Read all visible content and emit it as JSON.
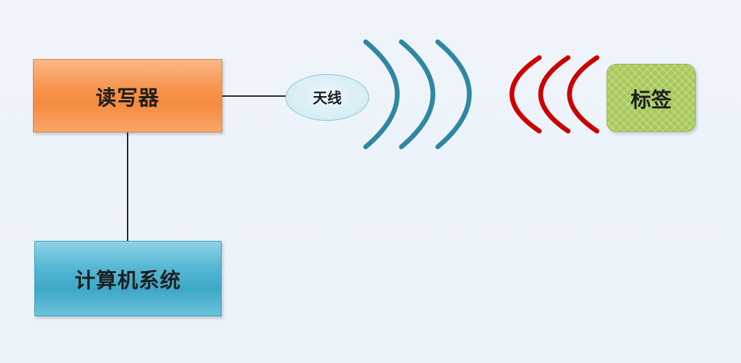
{
  "nodes": {
    "reader": "读写器",
    "computer": "计算机系统",
    "antenna": "天线",
    "tag": "标签"
  },
  "colors": {
    "reader": "#f58a3e",
    "computer": "#3ea8c7",
    "antenna": "#d9eef5",
    "tag": "#a7c95a",
    "reader_waves": "#2f87a3",
    "tag_waves": "#cc0000",
    "connector": "#222222"
  }
}
